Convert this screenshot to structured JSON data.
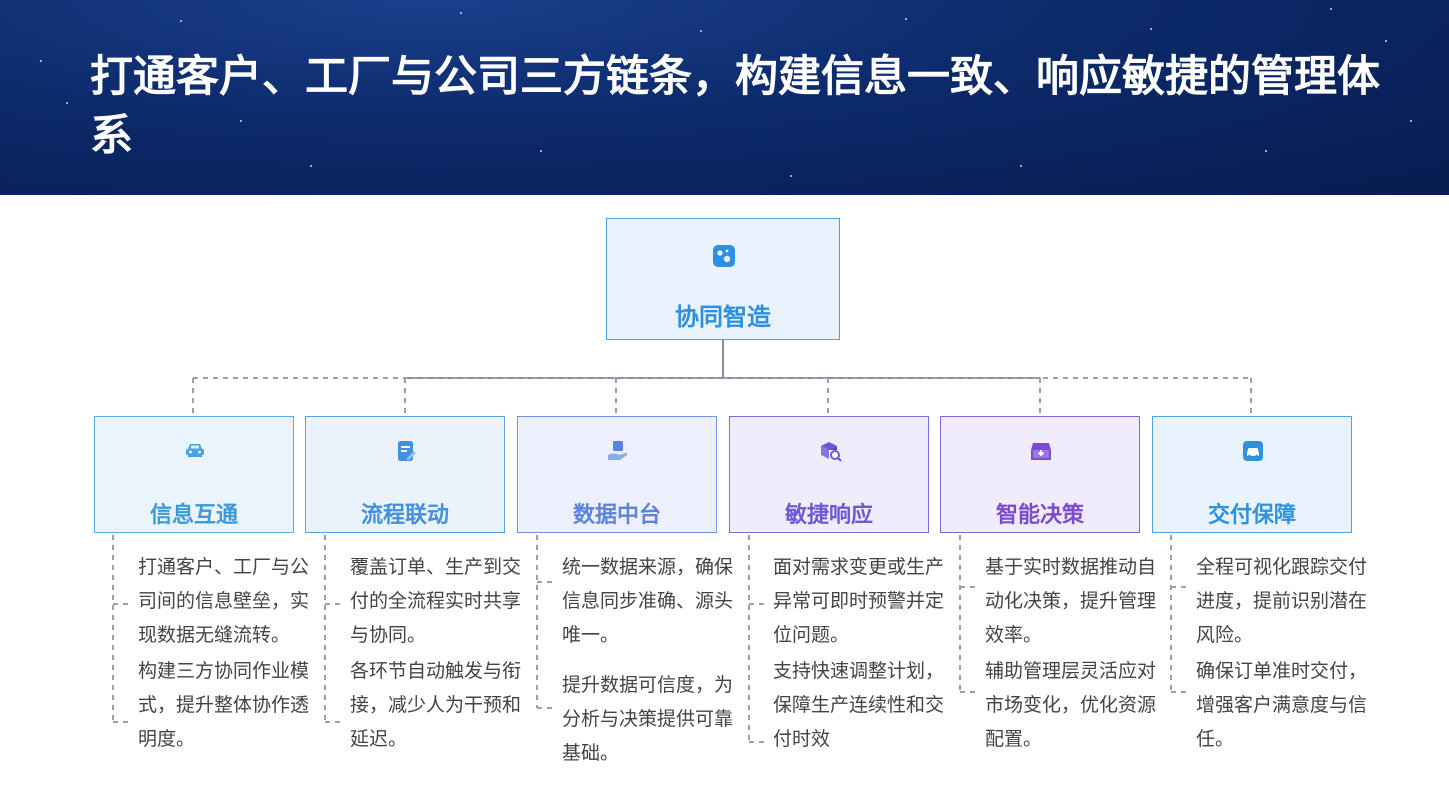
{
  "title": "打通客户、工厂与公司三方链条，构建信息一致、响应敏捷的管理体系",
  "root": {
    "label": "协同智造",
    "icon": "dots-cluster-icon",
    "color": "#2d8fe0"
  },
  "nodes": [
    {
      "id": "info",
      "label": "信息互通",
      "icon": "car-icon",
      "color": "#3d9ad8",
      "bg": "#eaf4fc",
      "border": "#5aaee6",
      "desc": [
        "打通客户、工厂与公司间的信息壁垒，实现数据无缝流转。",
        "构建三方协同作业模式，提升整体协作透明度。"
      ]
    },
    {
      "id": "flow",
      "label": "流程联动",
      "icon": "document-edit-icon",
      "color": "#4290df",
      "bg": "#eaf2fc",
      "border": "#5d9fe6",
      "desc": [
        "覆盖订单、生产到交付的全流程实时共享与协同。",
        "各环节自动触发与衔接，减少人为干预和延迟。"
      ]
    },
    {
      "id": "data",
      "label": "数据中台",
      "icon": "hand-box-icon",
      "color": "#5a84dd",
      "bg": "#edf0fc",
      "border": "#7393e4",
      "desc": [
        "统一数据来源，确保信息同步准确、源头唯一。",
        "提升数据可信度，为分析与决策提供可靠基础。"
      ]
    },
    {
      "id": "agile",
      "label": "敏捷响应",
      "icon": "box-search-icon",
      "color": "#6a5ad8",
      "bg": "#efedfb",
      "border": "#7b6ce0",
      "desc": [
        "面对需求变更或生产异常可即时预警并定位问题。",
        "支持快速调整计划，保障生产连续性和交付时效"
      ]
    },
    {
      "id": "decision",
      "label": "智能决策",
      "icon": "inbox-download-icon",
      "color": "#7a4cd2",
      "bg": "#f1ecfb",
      "border": "#8a5fda",
      "desc": [
        "基于实时数据推动自动化决策，提升管理效率。",
        "辅助管理层灵活应对市场变化，优化资源配置。"
      ]
    },
    {
      "id": "delivery",
      "label": "交付保障",
      "icon": "delivery-truck-icon",
      "color": "#2f92dd",
      "bg": "#e8f3fd",
      "border": "#4ea6e8",
      "desc": [
        "全程可视化跟踪交付进度，提前识别潜在风险。",
        "确保订单准时交付，增强客户满意度与信任。"
      ]
    }
  ]
}
